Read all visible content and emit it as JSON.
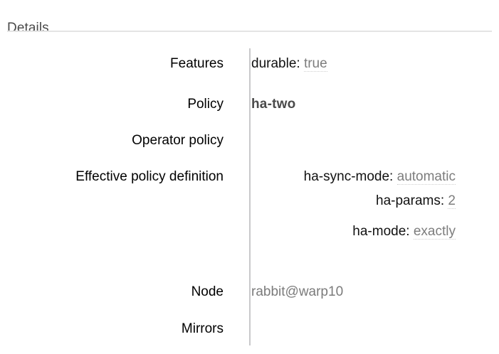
{
  "panel": {
    "heading": "Details"
  },
  "rows": [
    {
      "label": "Features",
      "kind": "kv",
      "pairs": [
        {
          "key": "durable:",
          "value": "true",
          "dotted": true
        }
      ]
    },
    {
      "label": "Policy",
      "kind": "policy",
      "value": "ha-two"
    },
    {
      "label": "Operator policy",
      "kind": "empty",
      "value": ""
    },
    {
      "label": "Effective policy definition",
      "kind": "kv",
      "pairs": [
        {
          "key": "ha-sync-mode:",
          "value": "automatic",
          "dotted": true
        },
        {
          "key": "ha-params:",
          "value": "2",
          "dotted": true
        },
        {
          "key": "ha-mode:",
          "value": "exactly",
          "dotted": true
        }
      ]
    },
    {
      "label": "Node",
      "kind": "node",
      "value": "rabbit@warp10"
    },
    {
      "label": "Mirrors",
      "kind": "empty",
      "value": ""
    }
  ],
  "colors": {
    "heading": "#4a4a4a",
    "rule": "#e4e4e4",
    "divider": "#c9c9cb",
    "label": "#000000",
    "key": "#111111",
    "value_muted": "#7d7d7d",
    "dotted_underline": "#cfcfcf",
    "policy_bold": "#4a4a4a",
    "background": "#ffffff"
  }
}
